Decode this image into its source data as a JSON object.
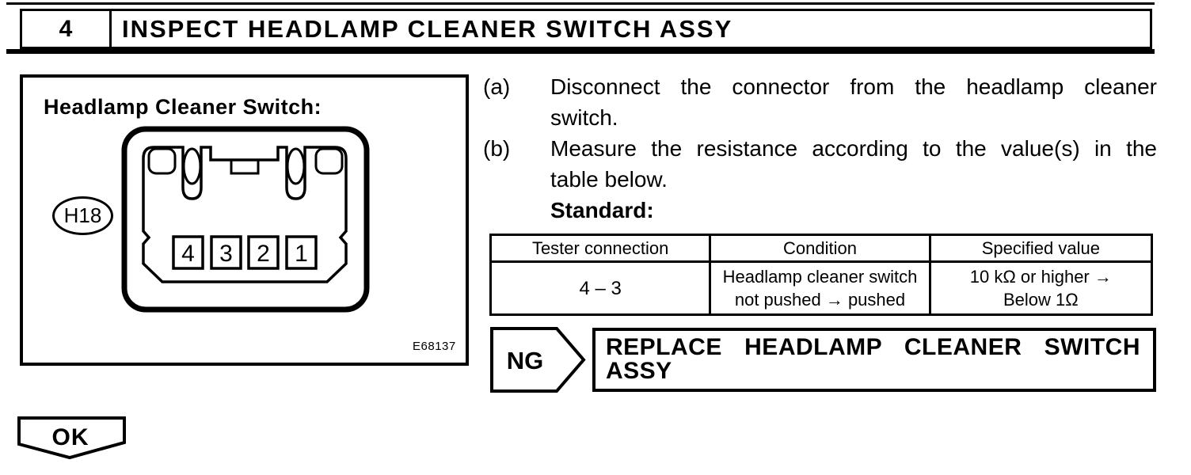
{
  "header": {
    "step_number": "4",
    "title": "INSPECT HEADLAMP CLEANER SWITCH ASSY"
  },
  "figure": {
    "title": "Headlamp Cleaner Switch:",
    "connector_label": "H18",
    "figure_code": "E68137",
    "pins": [
      "4",
      "3",
      "2",
      "1"
    ]
  },
  "procedure": {
    "step_a_label": "(a)",
    "step_a_line1": "Disconnect the connector from the headlamp cleaner",
    "step_a_line2": "switch.",
    "step_b_label": "(b)",
    "step_b_line1": "Measure the resistance according to the value(s) in the",
    "step_b_line2": "table below.",
    "standard_label": "Standard:"
  },
  "spec_table": {
    "headers": [
      "Tester connection",
      "Condition",
      "Specified value"
    ],
    "row": {
      "tester_connection": "4 – 3",
      "condition": "Headlamp cleaner switch\nnot pushed → pushed",
      "specified_value": "10 kΩ or higher →\nBelow 1Ω"
    }
  },
  "ng": {
    "result_label": "NG",
    "action_line1": "REPLACE HEADLAMP CLEANER SWITCH",
    "action_line2": "ASSY"
  },
  "ok": {
    "result_label": "OK"
  },
  "colors": {
    "ink": "#000000",
    "paper": "#ffffff"
  }
}
